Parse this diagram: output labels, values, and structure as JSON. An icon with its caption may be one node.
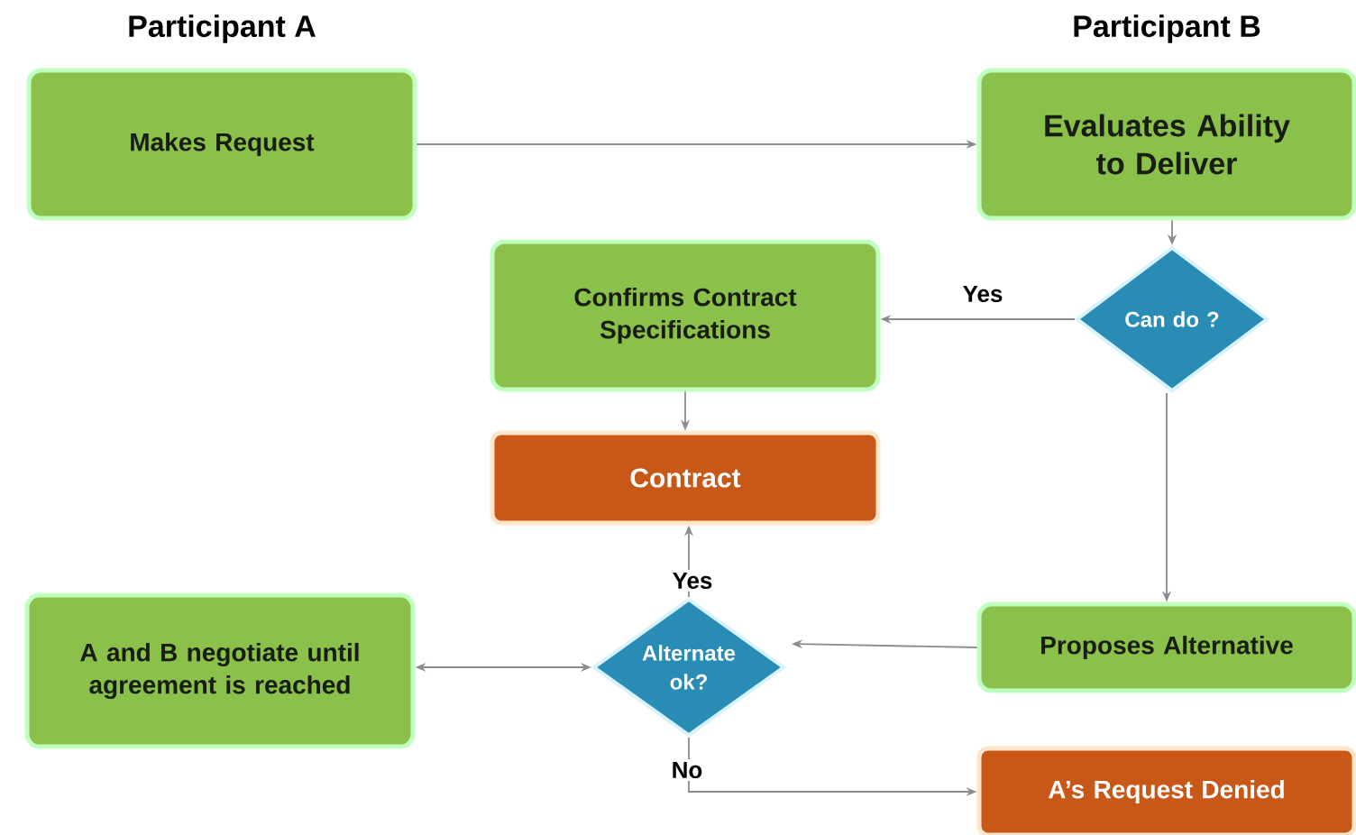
{
  "diagram": {
    "nodes": [
      {
        "text": [
          "Makes Request"
        ]
      },
      {
        "text": [
          "Evaluates Ability to Deliver"
        ]
      },
      {
        "text": [
          "Can do ?"
        ]
      },
      {
        "text": [
          "Confirms Contract Specifications"
        ]
      },
      {
        "text": [
          "Contract"
        ]
      },
      {
        "text": [
          "A and B negotiate until agreement is reached"
        ]
      },
      {
        "text": [
          "Alternate ok?"
        ]
      },
      {
        "text": [
          "Proposes Alternative"
        ]
      },
      {
        "text": [
          "A’s Request Denied"
        ]
      }
    ],
    "edges": [
      {
        "from": 0,
        "to": 1,
        "arrow": "to"
      },
      {
        "from": 1,
        "to": 2,
        "arrow": "to"
      },
      {
        "from": 2,
        "to": 3,
        "arrow": "to",
        "label": "Yes"
      },
      {
        "from": 2,
        "to": 7,
        "arrow": "to"
      },
      {
        "from": 3,
        "to": 4,
        "arrow": "to"
      },
      {
        "from": 7,
        "to": 6,
        "arrow": "to"
      },
      {
        "from": 6,
        "to": 4,
        "arrow": "to",
        "label": "Yes"
      },
      {
        "from": 6,
        "to": 5,
        "arrow": "both"
      },
      {
        "from": 6,
        "to": 8,
        "arrow": "to",
        "label": "No"
      }
    ],
    "labels": [
      "Participant A",
      "Participant B"
    ]
  }
}
